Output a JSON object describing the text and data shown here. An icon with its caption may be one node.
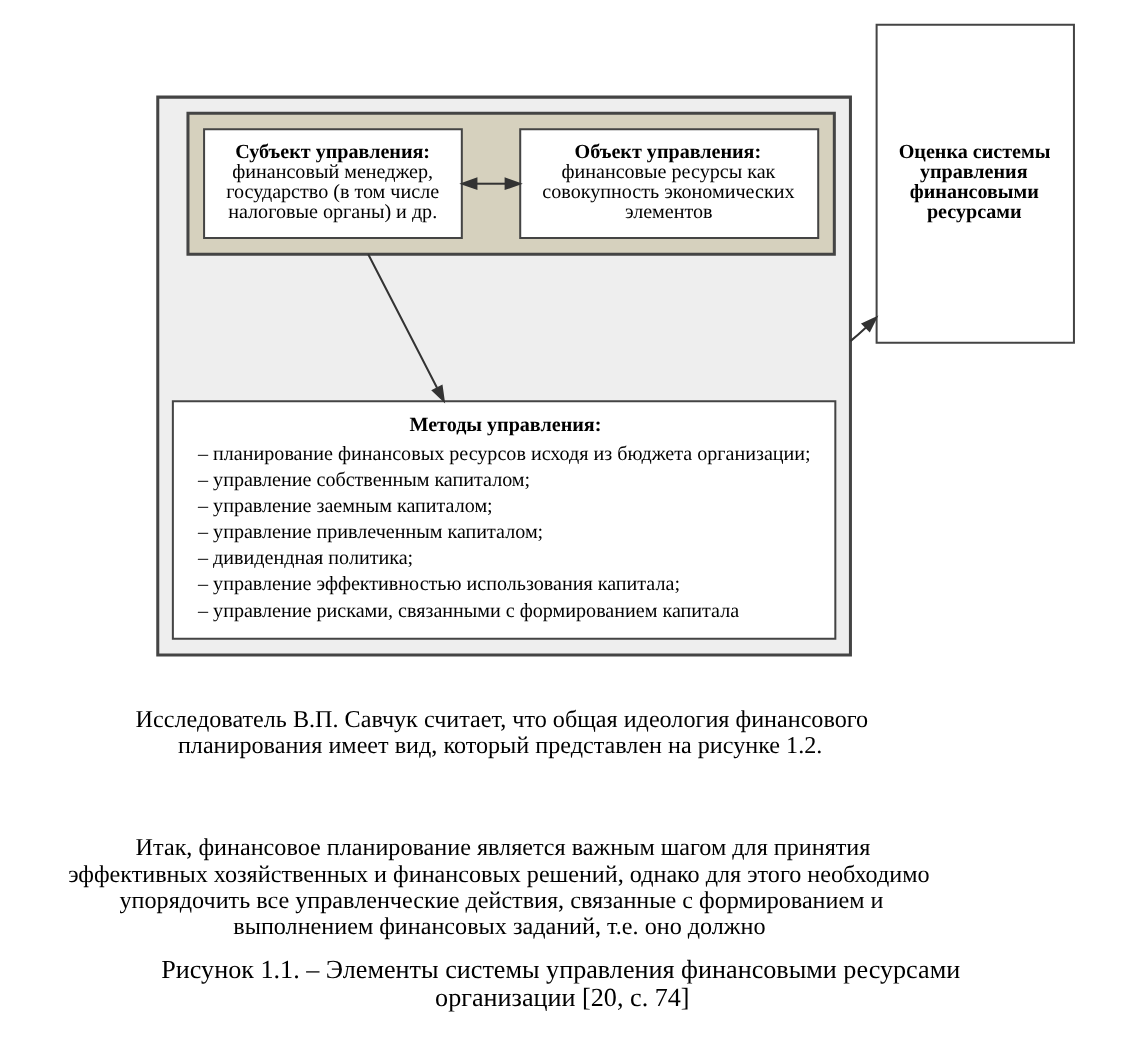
{
  "diagram": {
    "caption": "Рисунок 1.1. – Элементы системы управления финансовыми ресурсами организации [20, с. 74]",
    "nodes": [
      {
        "text": [],
        "shape": "box"
      },
      {
        "text": [],
        "shape": "box",
        "in": 0
      },
      {
        "text": [
          "Субъект управления:",
          "финансовый менеджер, государство (в том числе налоговые органы) и др."
        ],
        "in": 1
      },
      {
        "text": [
          "Объект управления:",
          "финансовые ресурсы как совокупность экономических элементов"
        ],
        "in": 1
      },
      {
        "text": [
          "Методы управления:",
          "– планирование финансовых ресурсов исходя из бюджета организации;",
          "– управление собственным капиталом;",
          "– управление заемным капиталом;",
          "– управление привлеченным капиталом;",
          "– дивидендная политика;",
          "– управление эффективностью использования капитала;",
          "– управление рисками, связанными с формированием капитала"
        ],
        "in": 0
      },
      {
        "text": [
          "Оценка системы управления финансовыми ресурсами"
        ]
      }
    ],
    "edges": [
      {
        "from": 2,
        "to": 3,
        "arrow": "both"
      },
      {
        "from": 1,
        "to": 4,
        "arrow": "to"
      },
      {
        "from": 0,
        "to": 5,
        "arrow": "to"
      }
    ],
    "labels": [
      "Исследователь В.П. Савчук считает, что общая идеология финансового планирования имеет вид, который представлен на рисунке 1.2.",
      "Итак, финансовое планирование является важным шагом для принятия эффективных хозяйственных и финансовых решений, однако для этого необходимо упорядочить все управленческие действия, связанные с формированием и выполнением финансовых заданий, т.е. оно должно"
    ]
  }
}
